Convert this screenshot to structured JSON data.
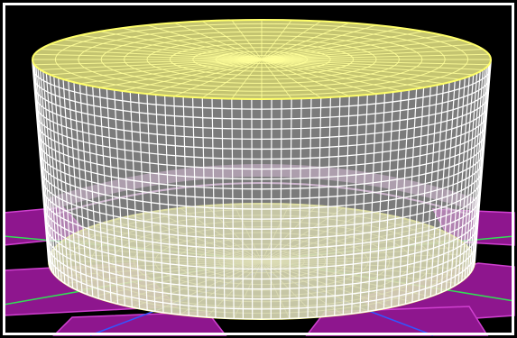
{
  "scene": {
    "subject": "cylinder-wireframe-mesh",
    "colors": {
      "background": "#000000",
      "frame": "#ffffff",
      "wall_fill": "#c6c6c6",
      "wall_grid": "#ffffff",
      "cap_fill": "#efef8a",
      "cap_grid": "#ffff9a",
      "cap_rim": "#ffff6a",
      "inner_ring": "#f0a8f0",
      "floor_panel": "#8e168e",
      "floor_panel_edge": "#d040d0",
      "floor_line_green": "#33dd55",
      "floor_line_blue": "#3355ff"
    },
    "mesh": {
      "vertical_divisions": 72,
      "horizontal_rings": 22,
      "cap_radial_segments": 48,
      "cap_rings": 10
    }
  }
}
